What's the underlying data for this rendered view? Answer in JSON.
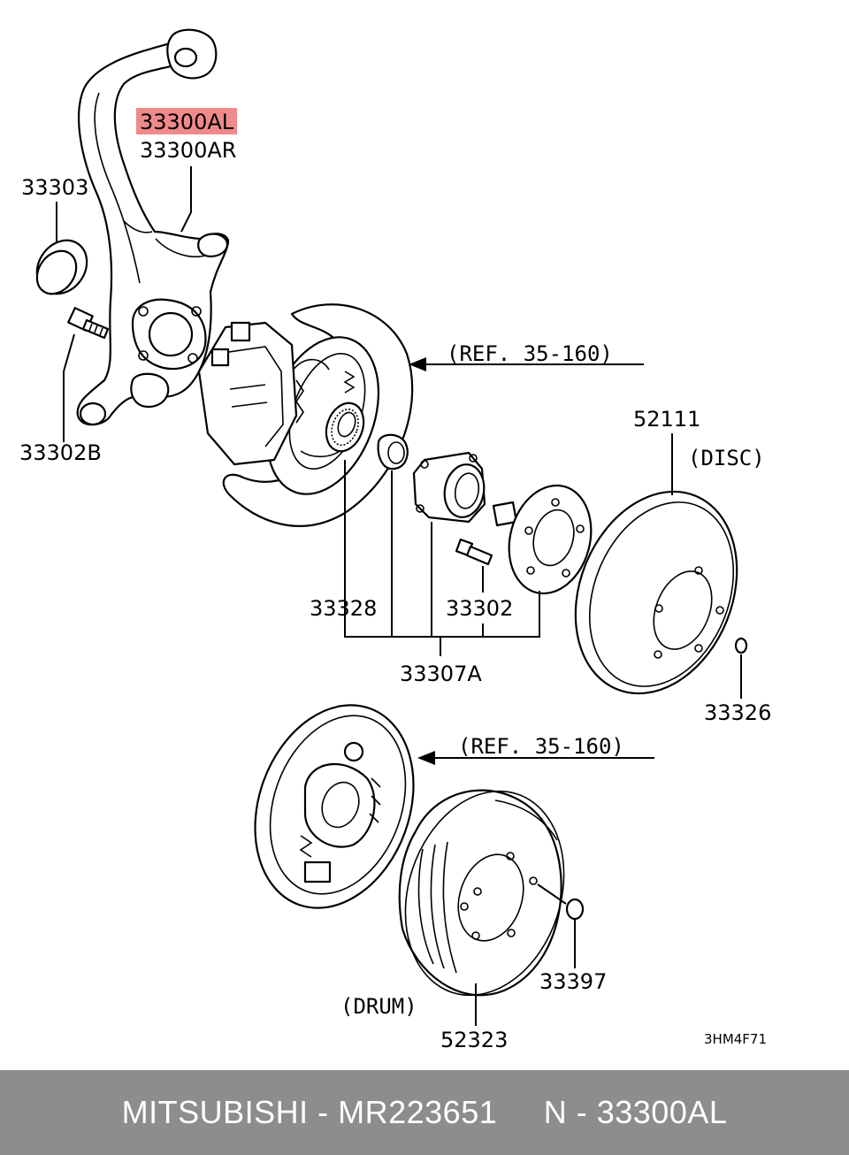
{
  "diagram": {
    "highlight_color": "#f08a8a",
    "labels": {
      "p33300AL": "33300AL",
      "p33300AR": "33300AR",
      "p33303": "33303",
      "p33302B": "33302B",
      "ref_disc": "(REF. 35-160)",
      "p52111": "52111",
      "disc": "(DISC)",
      "p33328": "33328",
      "p33302": "33302",
      "p33307A": "33307A",
      "p33326": "33326",
      "ref_drum": "(REF. 35-160)",
      "p33397": "33397",
      "drum": "(DRUM)",
      "p52323": "52323",
      "code": "3HM4F71"
    }
  },
  "footer": {
    "text": "MITSUBISHI - MR223651     N - 33300AL",
    "background": "#8d8d8d"
  }
}
